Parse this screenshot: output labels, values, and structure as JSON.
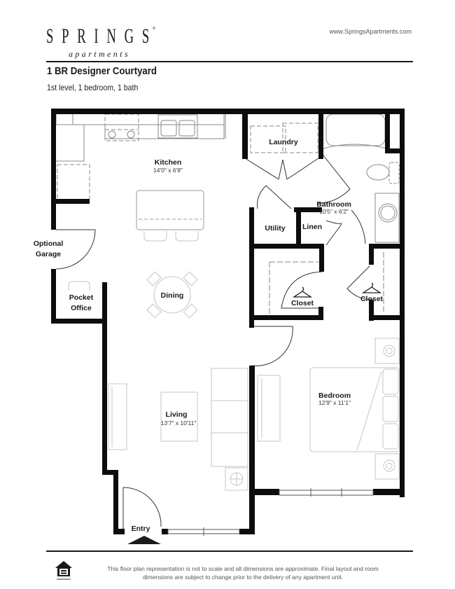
{
  "header": {
    "logo_main": "SPRINGS",
    "logo_registered": "®",
    "logo_sub": "apartments",
    "website": "www.SpringsApartments.com",
    "plan_title": "1 BR Designer Courtyard",
    "plan_subtitle": "1st level, 1 bedroom, 1 bath"
  },
  "floorplan": {
    "rooms": [
      {
        "id": "kitchen",
        "label": "Kitchen",
        "dimensions": "14'0\" x 6'8\""
      },
      {
        "id": "laundry",
        "label": "Laundry",
        "dimensions": ""
      },
      {
        "id": "bathroom",
        "label": "Bathroom",
        "dimensions": "10'5\" x 6'2\""
      },
      {
        "id": "utility",
        "label": "Utility",
        "dimensions": ""
      },
      {
        "id": "linen",
        "label": "Linen",
        "dimensions": ""
      },
      {
        "id": "optional-garage",
        "label": "Optional",
        "label2": "Garage",
        "dimensions": ""
      },
      {
        "id": "pocket-office",
        "label": "Pocket",
        "label2": "Office",
        "dimensions": ""
      },
      {
        "id": "dining",
        "label": "Dining",
        "dimensions": ""
      },
      {
        "id": "closet-1",
        "label": "Closet",
        "dimensions": ""
      },
      {
        "id": "closet-2",
        "label": "Closet",
        "dimensions": ""
      },
      {
        "id": "bedroom",
        "label": "Bedroom",
        "dimensions": "12'9\" x 11'1\""
      },
      {
        "id": "living",
        "label": "Living",
        "dimensions": "13'7\" x 10'11\""
      },
      {
        "id": "entry",
        "label": "Entry",
        "dimensions": ""
      }
    ],
    "colors": {
      "wall": "#0d0d0d",
      "fixture": "#9a9a9a",
      "furniture": "#c8c8c8"
    }
  },
  "footer": {
    "disclaimer_line1": "This floor plan representation is not to scale and all dimensions are approximate. Final layout and room",
    "disclaimer_line2": "dimensions are subject to change prior to the delivery of any apartment unit.",
    "logo_icon": "equal-housing-opportunity-icon"
  }
}
